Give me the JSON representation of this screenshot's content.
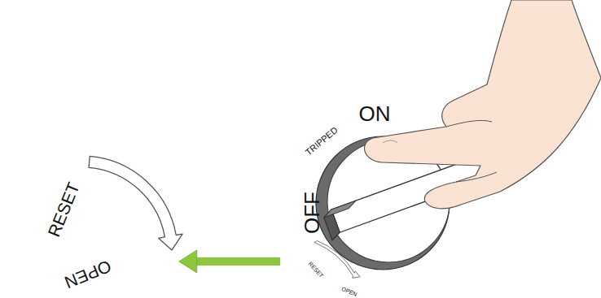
{
  "diagram": {
    "nodes": [
      {
        "text": [
          "ON",
          "TRIPPED",
          "OFF",
          "RESET",
          "OPEN"
        ]
      },
      {
        "text": [
          "RESET",
          "OPEN"
        ]
      }
    ],
    "edges": [
      {
        "from": 0,
        "to": 1,
        "arrow": "to"
      }
    ]
  }
}
